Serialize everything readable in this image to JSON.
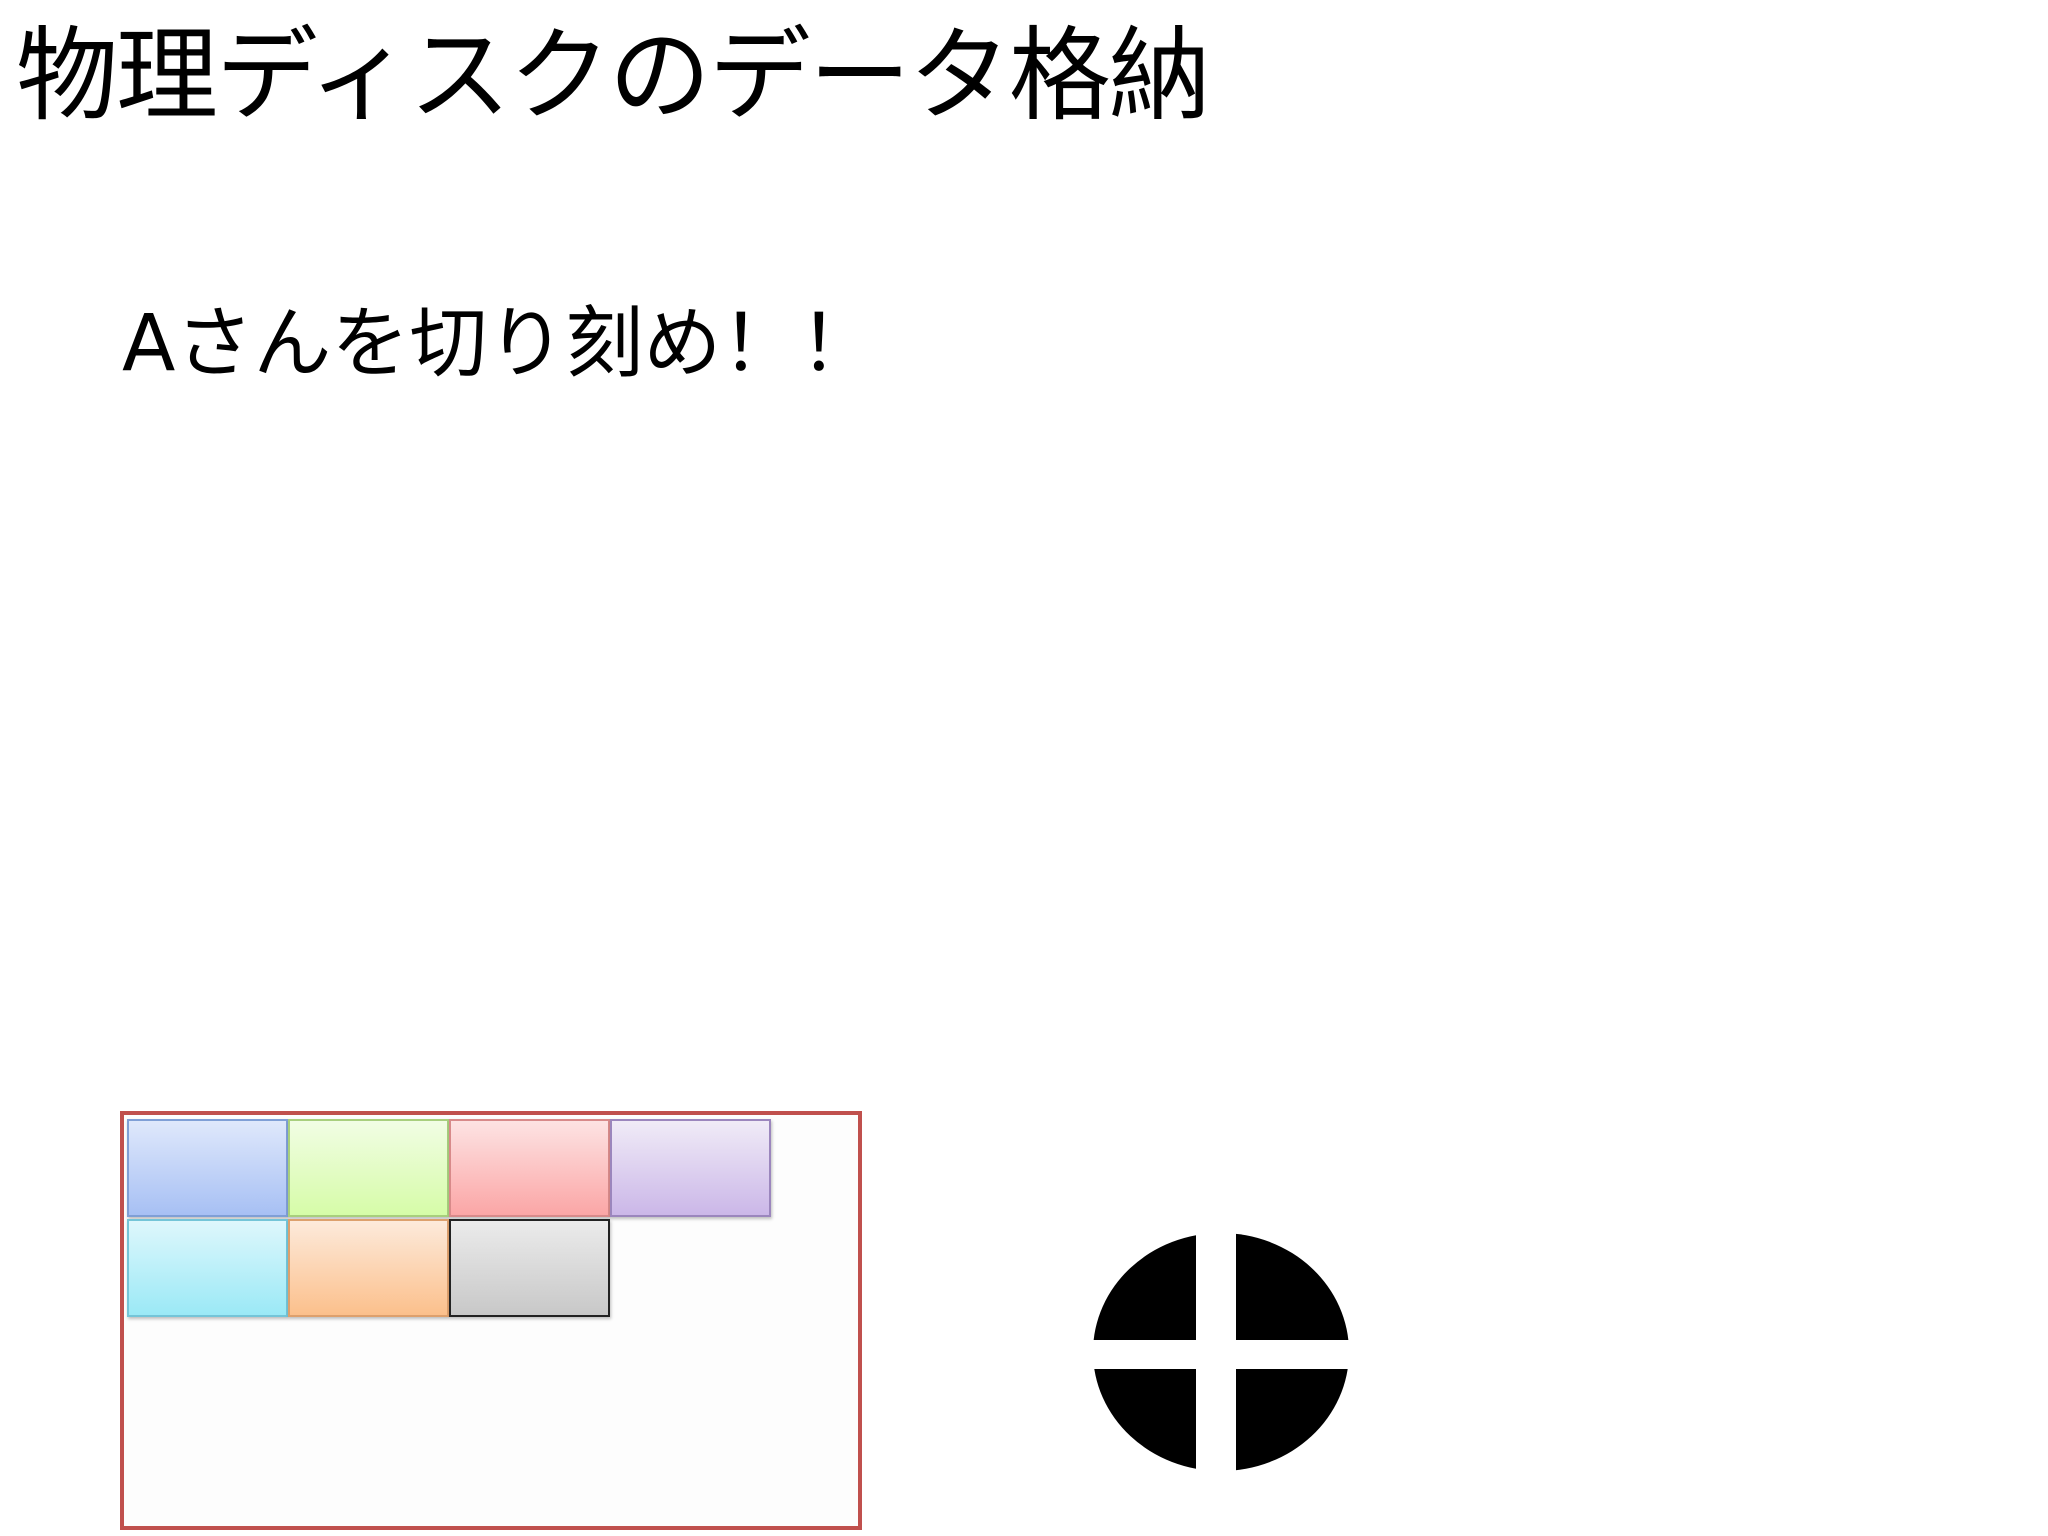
{
  "slide": {
    "title": "物理ディスクのデータ格納",
    "subtitle": "Aさんを切り刻め！！"
  },
  "disk": {
    "frame_color": "#c0504d",
    "blocks": [
      {
        "row": 0,
        "col": 0,
        "fill_top": "#dfe8fb",
        "fill_bottom": "#a7c0f4",
        "border": "#7f9fd6"
      },
      {
        "row": 0,
        "col": 1,
        "fill_top": "#f1fde4",
        "fill_bottom": "#d6fca8",
        "border": "#a8cf7d"
      },
      {
        "row": 0,
        "col": 2,
        "fill_top": "#fde3e3",
        "fill_bottom": "#fba6a6",
        "border": "#d88a8a"
      },
      {
        "row": 0,
        "col": 3,
        "fill_top": "#f0ebf7",
        "fill_bottom": "#cbb7e8",
        "border": "#9b86bd"
      },
      {
        "row": 1,
        "col": 0,
        "fill_top": "#def7fc",
        "fill_bottom": "#9be9f6",
        "border": "#74c5d8"
      },
      {
        "row": 1,
        "col": 1,
        "fill_top": "#fdeadb",
        "fill_bottom": "#fbc08c",
        "border": "#dda06d"
      },
      {
        "row": 1,
        "col": 2,
        "fill_top": "#ebebeb",
        "fill_bottom": "#c8c8c8",
        "border": "#222222"
      }
    ]
  },
  "crosshair": {
    "icon": "crosshair-icon",
    "color": "#000000"
  }
}
